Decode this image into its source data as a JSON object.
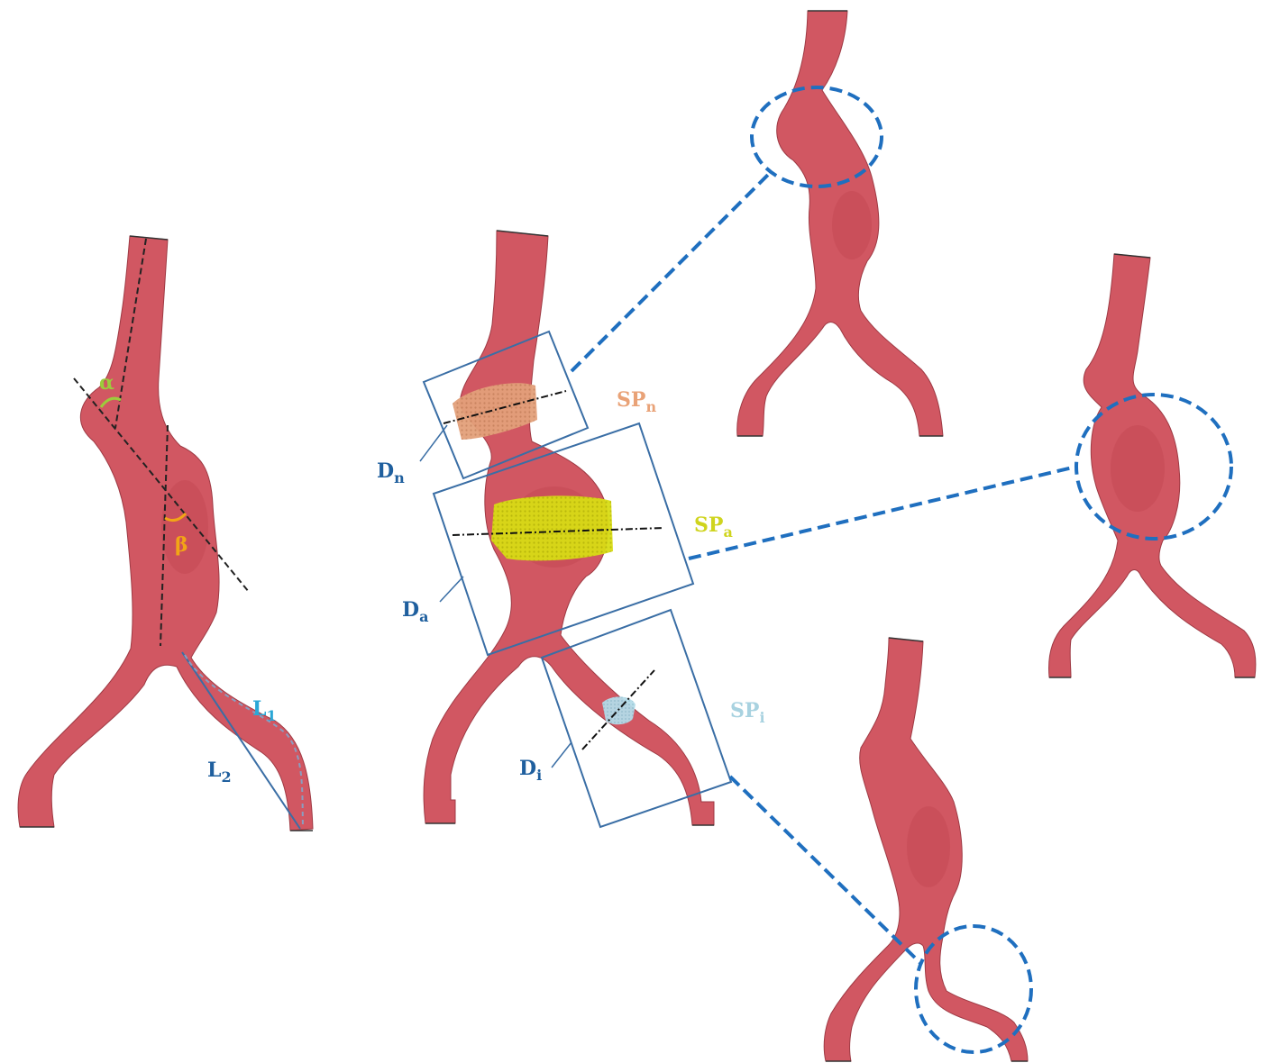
{
  "labels": {
    "alpha": "α",
    "beta": "β",
    "L1": {
      "base": "L",
      "sub": "1"
    },
    "L2": {
      "base": "L",
      "sub": "2"
    },
    "SPn": {
      "base": "SP",
      "sub": "n"
    },
    "SPa": {
      "base": "SP",
      "sub": "a"
    },
    "SPi": {
      "base": "SP",
      "sub": "i"
    },
    "Dn": {
      "base": "D",
      "sub": "n"
    },
    "Da": {
      "base": "D",
      "sub": "a"
    },
    "Di": {
      "base": "D",
      "sub": "i"
    }
  },
  "colors": {
    "vessel": "#d15762",
    "frame_blue": "#3a6ea5",
    "callout_blue": "#1f6fbf",
    "alpha": "#9ccc3c",
    "beta": "#f2a516",
    "L_text": "#2aa7d6",
    "D_text": "#1f5f9e",
    "SPn": "#e9a277",
    "SPa": "#cfd41e",
    "SPi": "#a8d2e0"
  }
}
